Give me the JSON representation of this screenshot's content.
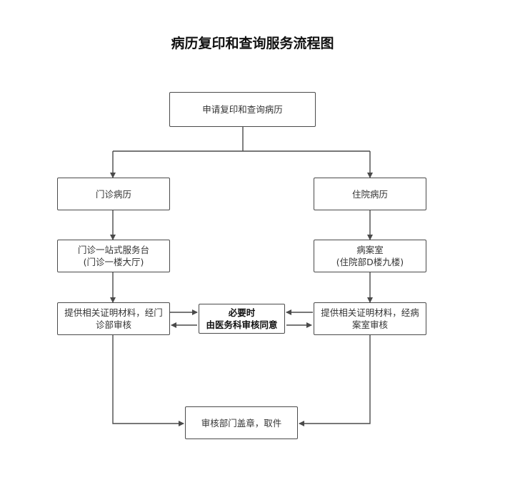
{
  "title": "病历复印和查询服务流程图",
  "nodes": {
    "apply": "申请复印和查询病历",
    "outpatient": "门诊病历",
    "inpatient": "住院病历",
    "outpatient_desk": "门诊一站式服务台\n(门诊一楼大厅)",
    "records_room": "病案室\n(住院部D楼九楼)",
    "outpatient_review": "提供相关证明材料，经门\n诊部审核",
    "medical_affairs": "必要时\n由医务科审核同意",
    "inpatient_review": "提供相关证明材料，经病\n案室审核",
    "final": "审核部门盖章，取件"
  },
  "colors": {
    "stroke": "#4a4a4a",
    "text": "#333333"
  }
}
